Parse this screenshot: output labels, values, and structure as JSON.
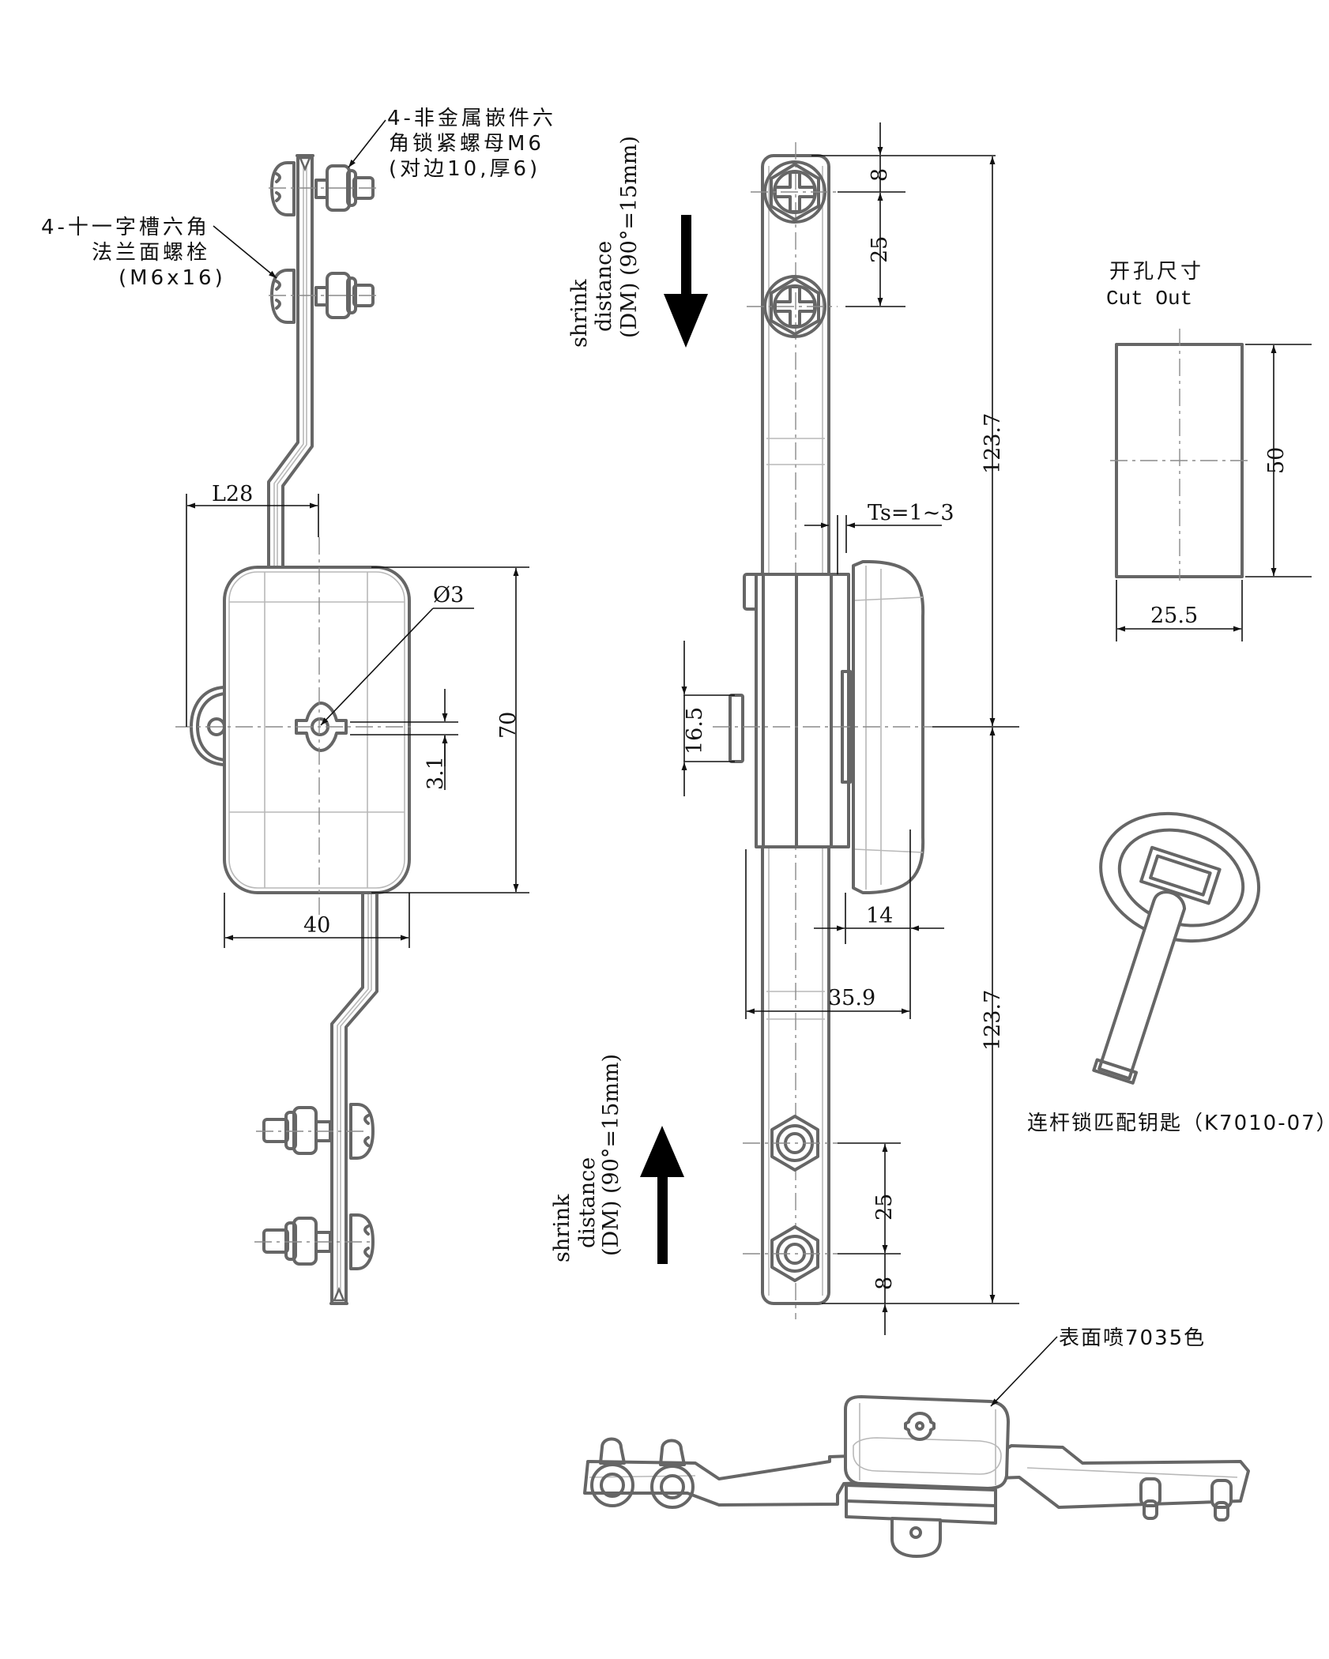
{
  "drawing": {
    "subject": "rod lock (linkage lock) technical drawing",
    "line_color": "#666666",
    "dimension_color": "#111111"
  },
  "callouts": {
    "nut": {
      "line1": "4-非金属嵌件六",
      "line2": "角锁紧螺母M6",
      "line3": "(对边10,厚6)"
    },
    "bolt": {
      "line1": "4-十一字槽六角",
      "line2": "法兰面螺栓",
      "line3": "(M6x16)"
    },
    "surface": "表面喷7035色",
    "key_caption": "连杆锁匹配钥匙（K7010-07）"
  },
  "shrink_top": {
    "line1": "shrink",
    "line2": "distance",
    "line3": "(DM) (90°=15mm)",
    "arrow_direction": "down"
  },
  "shrink_bottom": {
    "line1": "shrink",
    "line2": "distance",
    "line3": "(DM) (90°=15mm)",
    "arrow_direction": "up"
  },
  "cutout": {
    "title_cn": "开孔尺寸",
    "title_en": "Cut Out",
    "width": "25.5",
    "height": "50"
  },
  "dimensions": {
    "front_view": {
      "offset": "L28",
      "hole_diameter": "Ø3",
      "keyway": "3.1",
      "height": "70",
      "width": "40"
    },
    "side_view": {
      "top_edge_to_bolt": "8",
      "bolt_spacing_top": "25",
      "half_length_top": "123.7",
      "half_length_bottom": "123.7",
      "panel_thickness": "Ts=1~3",
      "tongue_height": "16.5",
      "cap_depth": "14",
      "overall_depth": "35.9",
      "bolt_spacing_bottom": "25",
      "bottom_edge_to_bolt": "8"
    }
  }
}
